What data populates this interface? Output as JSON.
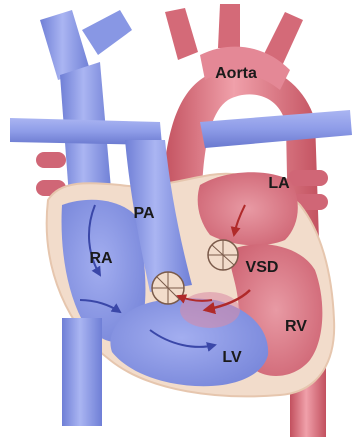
{
  "labels": {
    "aorta": "Aorta",
    "la": "LA",
    "pa": "PA",
    "ra": "RA",
    "vsd": "VSD",
    "rv": "RV",
    "lv": "LV"
  },
  "colors": {
    "venous_blue": "#8e9ce8",
    "venous_blue_dark": "#6f7fd6",
    "arterial_red": "#e0707e",
    "arterial_red_dark": "#c2505e",
    "myocardium": "#f2dccb",
    "flow_arrow": "#b02a2a"
  }
}
